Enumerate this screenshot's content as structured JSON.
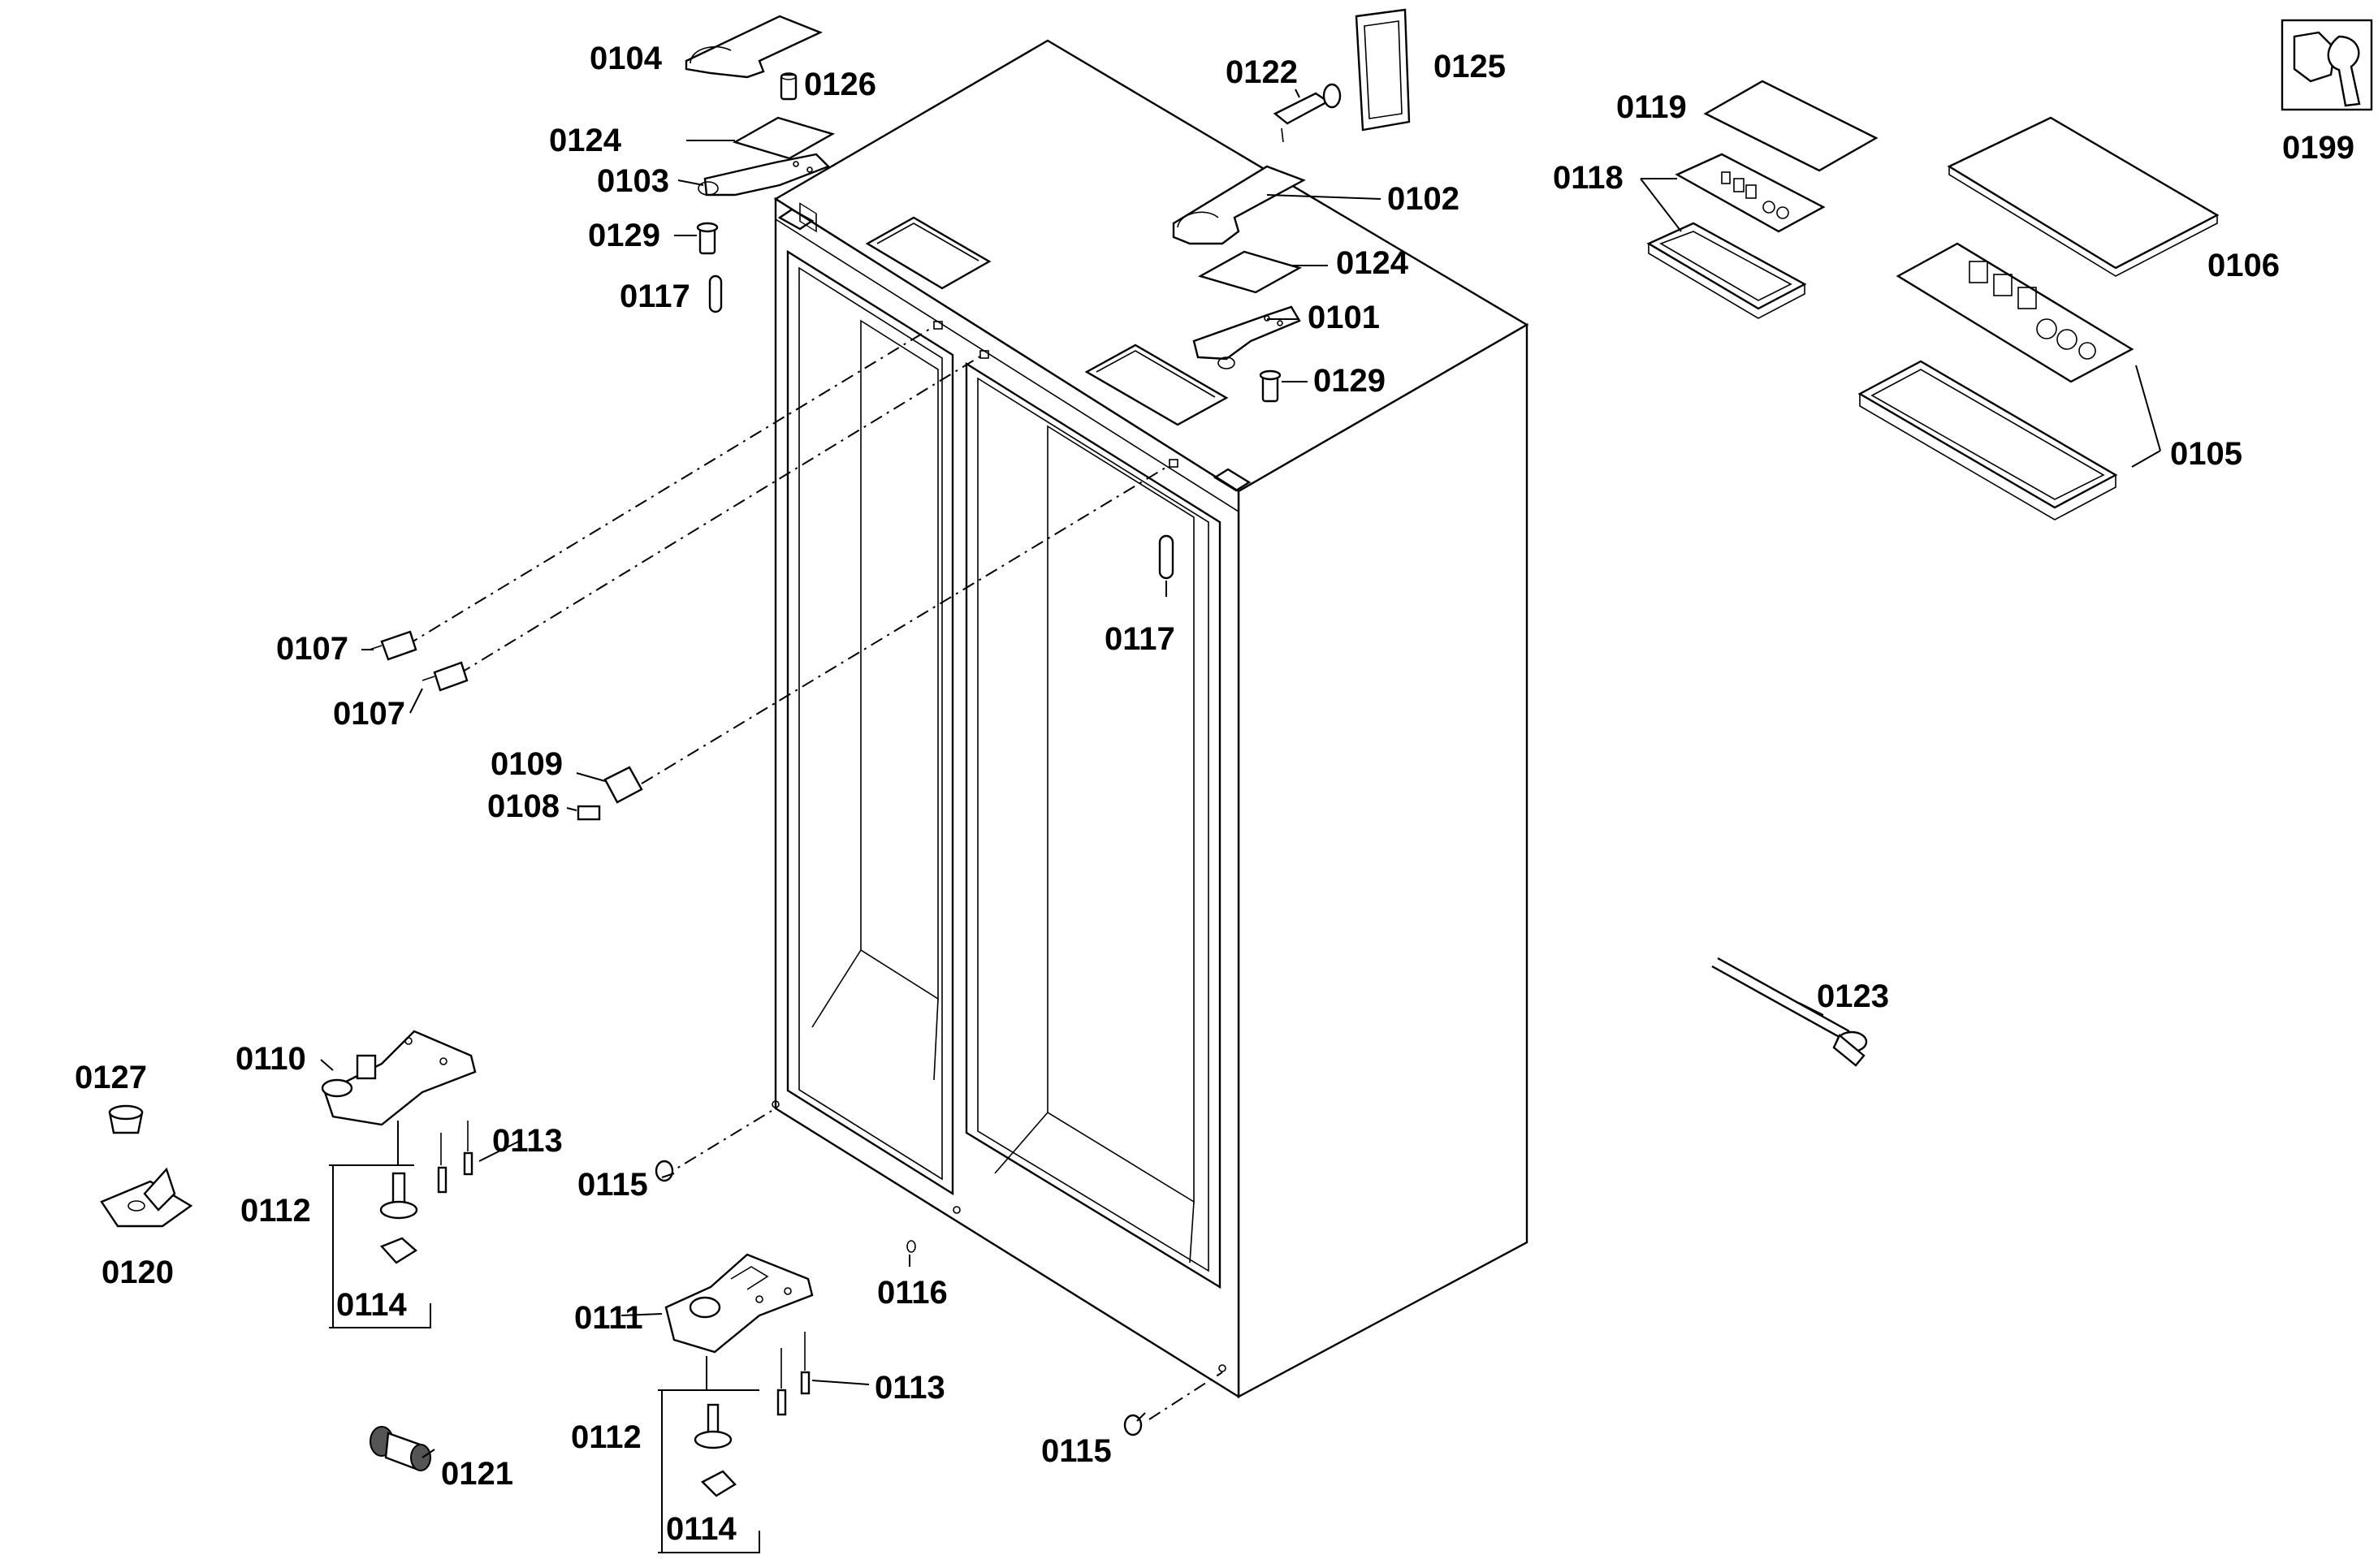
{
  "diagram": {
    "callouts": {
      "p0101": "0101",
      "p0102": "0102",
      "p0103": "0103",
      "p0104": "0104",
      "p0105": "0105",
      "p0106": "0106",
      "p0107a": "0107",
      "p0107b": "0107",
      "p0108": "0108",
      "p0109": "0109",
      "p0110": "0110",
      "p0111": "0111",
      "p0112a": "0112",
      "p0112b": "0112",
      "p0113a": "0113",
      "p0113b": "0113",
      "p0114a": "0114",
      "p0114b": "0114",
      "p0115a": "0115",
      "p0115b": "0115",
      "p0116": "0116",
      "p0117a": "0117",
      "p0117b": "0117",
      "p0118": "0118",
      "p0119": "0119",
      "p0120": "0120",
      "p0121": "0121",
      "p0122": "0122",
      "p0123": "0123",
      "p0124a": "0124",
      "p0124b": "0124",
      "p0125": "0125",
      "p0126": "0126",
      "p0127": "0127",
      "p0129a": "0129",
      "p0129b": "0129",
      "p0199": "0199"
    },
    "icons": {
      "service_tool": "wrench-nut-icon"
    }
  }
}
